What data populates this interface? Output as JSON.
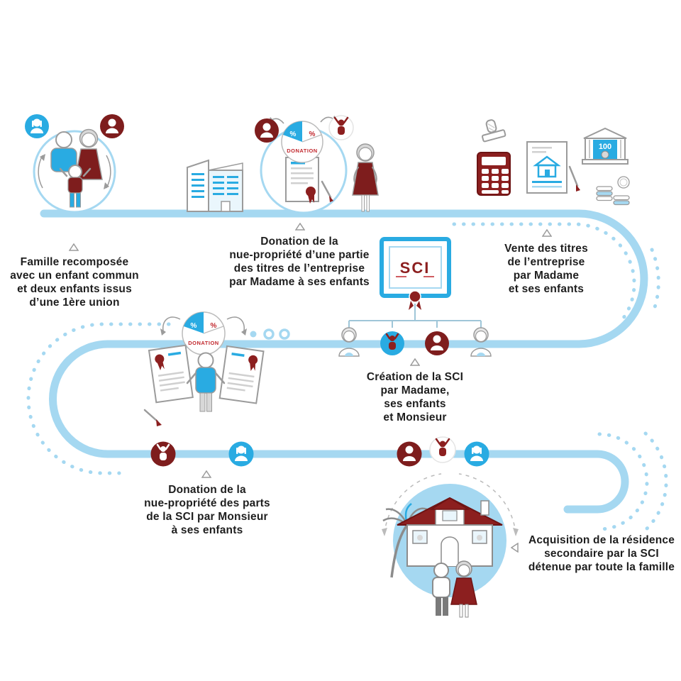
{
  "palette": {
    "timeline_blue": "#A5D8F1",
    "accent_blue": "#29ABE2",
    "maroon": "#7E1D1D",
    "red": "#C1272D",
    "text_dark": "#1E1E1E",
    "outline_gray": "#8C8C8C"
  },
  "steps": [
    {
      "id": "famille-recomposee",
      "lines": [
        "Famille recomposée",
        "avec un enfant commun",
        "et deux enfants issus",
        "d’une 1ère union"
      ]
    },
    {
      "id": "donation-titres-entreprise",
      "lines": [
        "Donation de la",
        "nue-propriété d’une partie",
        "des titres de l’entreprise",
        "par Madame à ses enfants"
      ]
    },
    {
      "id": "vente-titres",
      "lines": [
        "Vente des titres",
        "de l’entreprise",
        "par Madame",
        "et ses enfants"
      ]
    },
    {
      "id": "creation-sci",
      "lines": [
        "Création de la SCI",
        "par Madame,",
        "ses enfants",
        "et Monsieur"
      ]
    },
    {
      "id": "donation-parts-sci",
      "lines": [
        "Donation de la",
        "nue-propriété des parts",
        "de la SCI par Monsieur",
        "à ses enfants"
      ]
    },
    {
      "id": "acquisition-residence",
      "lines": [
        "Acquisition de la résidence",
        "secondaire par la SCI",
        "détenue par toute la famille"
      ]
    }
  ],
  "texts": {
    "sci": "SCI",
    "donation": "DONATION",
    "bank_value": "100",
    "percent": "%"
  }
}
